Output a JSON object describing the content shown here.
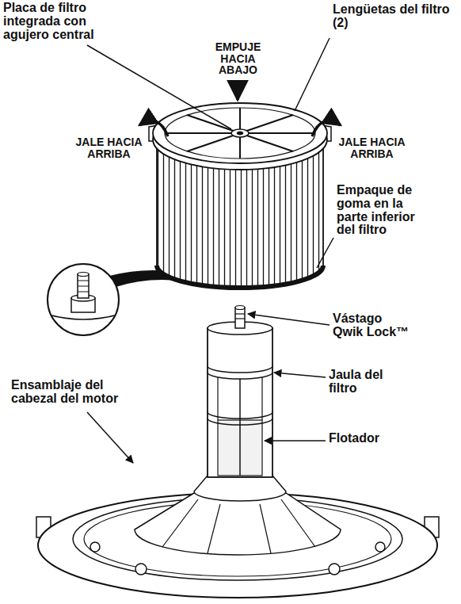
{
  "diagram": {
    "labels": [
      "Placa de filtro integrada con agujero central",
      "EMPUJE HACIA ABAJO",
      "Lengüetas del filtro (2)",
      "JALE HACIA ARRIBA",
      "JALE HACIA ARRIBA",
      "Empaque de goma en la parte inferior del filtro",
      "Vástago Qwik Lock™",
      "Ensamblaje del cabezal del motor",
      "Jaula del filtro",
      "Flotador"
    ]
  }
}
